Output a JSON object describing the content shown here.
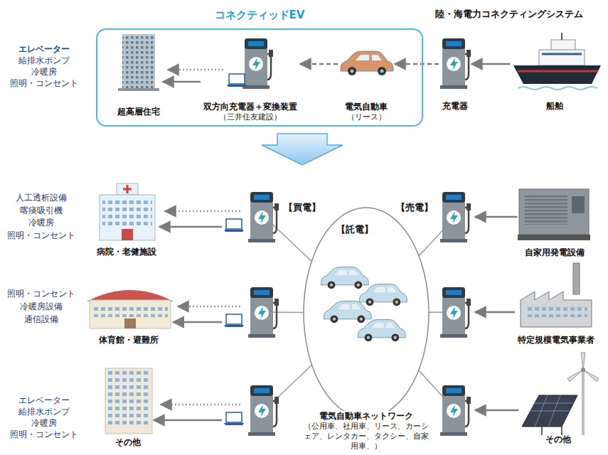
{
  "diagram": {
    "nodes": [
      {
        "text": [
          "コネクティッドEV"
        ]
      },
      {
        "text": [
          "超高層住宅"
        ],
        "in": 0
      },
      {
        "text": [
          "双方向充電器＋変換装置",
          "（三井住友建設）"
        ],
        "in": 0
      },
      {
        "text": [
          "電気自動車",
          "（リース）"
        ],
        "in": 0
      },
      {
        "text": [
          "充電器"
        ]
      },
      {
        "text": [
          "船舶"
        ]
      },
      {
        "text": [
          "病院・老健施設"
        ]
      },
      {
        "text": [
          "体育館・避難所"
        ]
      },
      {
        "text": [
          "その他"
        ]
      },
      {
        "text": [
          "電気自動車ネットワーク",
          "（公用車、社用車、リース、カーシェア、レンタカー、タクシー、自家用車、）"
        ]
      },
      {
        "text": [
          "自家用発電設備"
        ]
      },
      {
        "text": [
          "特定規模電気事業者"
        ]
      },
      {
        "text": [
          "その他"
        ]
      }
    ],
    "edges": [
      {
        "from": 2,
        "to": 1,
        "arrow": "to"
      },
      {
        "from": 3,
        "to": 2,
        "arrow": "to"
      },
      {
        "from": 4,
        "to": 3,
        "arrow": "to"
      },
      {
        "from": 5,
        "to": 4,
        "arrow": "to"
      },
      {
        "from": 9,
        "to": 6,
        "arrow": "to"
      },
      {
        "from": 9,
        "to": 7,
        "arrow": "to"
      },
      {
        "from": 9,
        "to": 8,
        "arrow": "to"
      },
      {
        "from": 10,
        "to": 9,
        "arrow": "to"
      },
      {
        "from": 11,
        "to": 9,
        "arrow": "to"
      },
      {
        "from": 12,
        "to": 9,
        "arrow": "to"
      }
    ],
    "labels": [
      "陸・海電力コネクティングシステム",
      "エレベーター",
      "給排水ポンプ",
      "冷暖房",
      "照明・コンセント",
      "人工透析設備",
      "喀痰吸引機",
      "冷暖房",
      "照明・コンセント",
      "照明・コンセント",
      "冷暖房設備",
      "通信設備",
      "エレベーター",
      "給排水ポンプ",
      "冷暖房",
      "照明・コンセント",
      "【買電】",
      "【託電】",
      "【売電】"
    ]
  }
}
